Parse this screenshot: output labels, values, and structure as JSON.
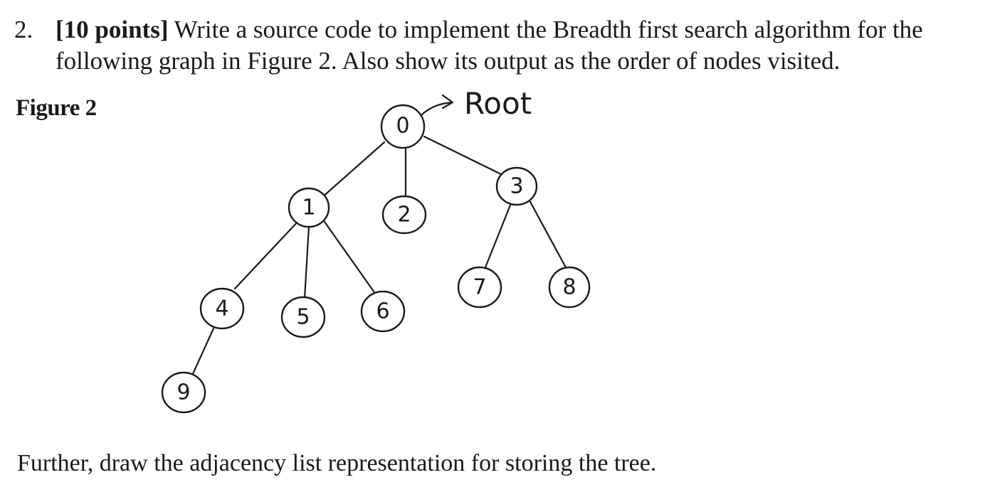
{
  "question": {
    "number": "2.",
    "points": "[10 points]",
    "text": " Write a source code to implement the Breadth first search algorithm for the following graph in Figure 2. Also show its output as the order of nodes visited."
  },
  "figure": {
    "label": "Figure 2",
    "root_annotation": "Root",
    "nodes": [
      {
        "id": "node-0",
        "label": "0"
      },
      {
        "id": "node-1",
        "label": "1"
      },
      {
        "id": "node-2",
        "label": "2"
      },
      {
        "id": "node-3",
        "label": "3"
      },
      {
        "id": "node-4",
        "label": "4"
      },
      {
        "id": "node-5",
        "label": "5"
      },
      {
        "id": "node-6",
        "label": "6"
      },
      {
        "id": "node-7",
        "label": "7"
      },
      {
        "id": "node-8",
        "label": "8"
      },
      {
        "id": "node-9",
        "label": "9"
      }
    ],
    "edges": [
      [
        "0",
        "1"
      ],
      [
        "0",
        "2"
      ],
      [
        "0",
        "3"
      ],
      [
        "1",
        "4"
      ],
      [
        "1",
        "5"
      ],
      [
        "1",
        "6"
      ],
      [
        "3",
        "7"
      ],
      [
        "3",
        "8"
      ],
      [
        "4",
        "9"
      ]
    ]
  },
  "footer": {
    "text": "Further, draw the adjacency list representation for storing the tree."
  }
}
